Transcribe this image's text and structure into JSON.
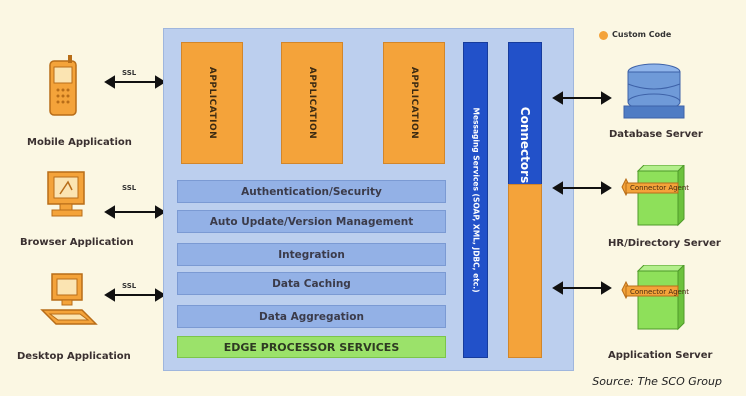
{
  "legend": {
    "label": "Custom Code",
    "color": "#f4a33a"
  },
  "clients": [
    {
      "label": "Mobile Application",
      "link": "SSL",
      "icon": "mobile-phone-icon"
    },
    {
      "label": "Browser Application",
      "link": "SSL",
      "icon": "browser-monitor-icon"
    },
    {
      "label": "Desktop Application",
      "link": "SSL",
      "icon": "desktop-computer-icon"
    }
  ],
  "applications": [
    "APPLICATION",
    "APPLICATION",
    "APPLICATION"
  ],
  "services": [
    "Authentication/Security",
    "Auto Update/Version Management",
    "Integration",
    "Data Caching",
    "Data Aggregation"
  ],
  "edge": "EDGE PROCESSOR SERVICES",
  "messaging": "Messaging Services (SOAP, XML, JDBC, etc.)",
  "connectors": "Connectors",
  "servers": [
    {
      "label": "Database Server",
      "agent": "",
      "icon": "database-server-icon"
    },
    {
      "label": "HR/Directory Server",
      "agent": "Connector Agent",
      "icon": "directory-server-icon"
    },
    {
      "label": "Application Server",
      "agent": "Connector Agent",
      "icon": "application-server-icon"
    }
  ],
  "source": "Source: The SCO Group",
  "colors": {
    "panel": "#bccfee",
    "service": "#93b1e6",
    "edge": "#9be26a",
    "messaging": "#2251c9",
    "server": "#8ee05a",
    "database": "#6f9ad8"
  }
}
